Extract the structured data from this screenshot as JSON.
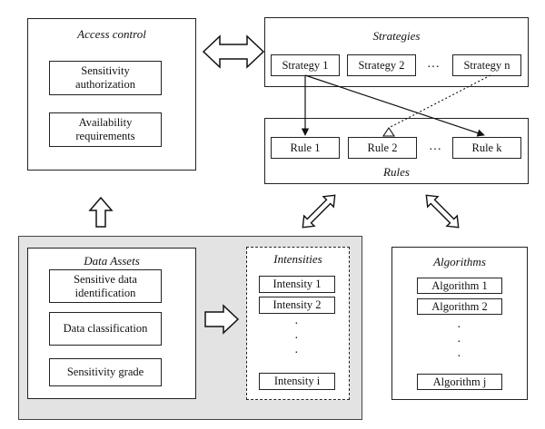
{
  "access_control": {
    "title": "Access control",
    "items": [
      "Sensitivity authorization",
      "Availability requirements"
    ]
  },
  "strategies": {
    "title": "Strategies",
    "items": [
      "Strategy 1",
      "Strategy 2",
      "Strategy n"
    ],
    "ellipsis": "…"
  },
  "rules": {
    "title": "Rules",
    "items": [
      "Rule 1",
      "Rule 2",
      "Rule k"
    ],
    "ellipsis": "…"
  },
  "data_assets": {
    "title": "Data Assets",
    "items": [
      "Sensitive data identification",
      "Data classification",
      "Sensitivity grade"
    ]
  },
  "intensities": {
    "title": "Intensities",
    "items": [
      "Intensity 1",
      "Intensity 2",
      "Intensity i"
    ],
    "vdots": "·"
  },
  "algorithms": {
    "title": "Algorithms",
    "items": [
      "Algorithm 1",
      "Algorithm 2",
      "Algorithm j"
    ],
    "vdots": "·"
  }
}
